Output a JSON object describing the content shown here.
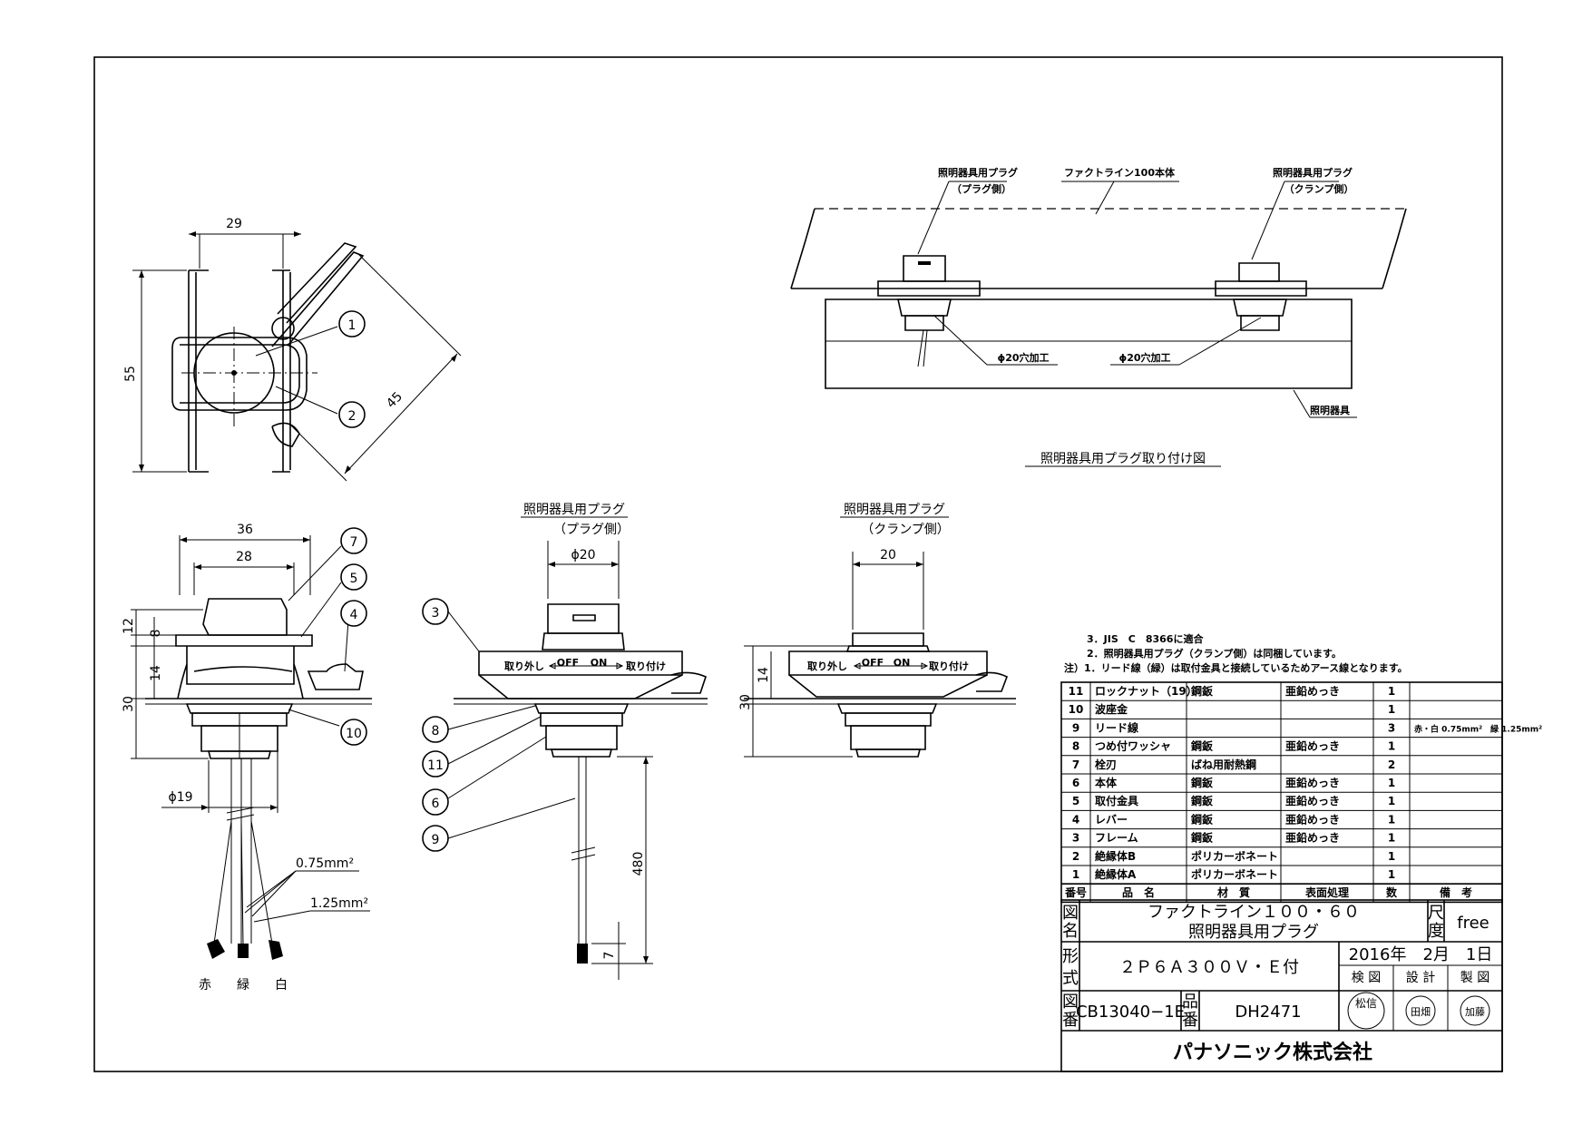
{
  "dimensions": {
    "top_w29": "29",
    "top_h55": "55",
    "top_45": "45",
    "side_w36": "36",
    "side_w28": "28",
    "side_12": "12",
    "side_8": "8",
    "side_14": "14",
    "side_30": "30",
    "side_phi19": "ϕ19",
    "wire_075": "0.75mm²",
    "wire_125": "1.25mm²",
    "plug_phi20": "ϕ20",
    "plug_480": "480",
    "plug_7": "7",
    "clamp_20": "20",
    "clamp_14": "14",
    "clamp_30": "30"
  },
  "wire_colors": [
    "赤",
    "緑",
    "白"
  ],
  "balloons": [
    "1",
    "2",
    "7",
    "5",
    "4",
    "10",
    "3",
    "8",
    "11",
    "6",
    "9"
  ],
  "views": {
    "plug_title": "照明器具用プラグ",
    "plug_sub": "（プラグ側）",
    "clamp_title": "照明器具用プラグ",
    "clamp_sub": "（クランプ側）",
    "lever_off_label": "取り外し",
    "lever_on_label": "取り付け",
    "off": "OFF",
    "on": "ON"
  },
  "install": {
    "left_title": "照明器具用プラグ",
    "left_sub": "（プラグ側）",
    "center": "ファクトライン100本体",
    "right_title": "照明器具用プラグ",
    "right_sub": "（クランプ側）",
    "hole_left": "ϕ20穴加工",
    "hole_right": "ϕ20穴加工",
    "fixture": "照明器具",
    "caption": "照明器具用プラグ取り付け図"
  },
  "notes": [
    "3．JIS　C　8366に適合",
    "2．照明器具用プラグ（クランプ側）は同梱しています。",
    "注）1．リード線（緑）は取付金具と接続しているためアース線となります。"
  ],
  "parts_header": [
    "番号",
    "品　名",
    "材　質",
    "表面処理",
    "数",
    "備　考"
  ],
  "parts": [
    [
      "11",
      "ロックナット（19）",
      "鋼鈑",
      "亜鉛めっき",
      "1",
      ""
    ],
    [
      "10",
      "波座金",
      "",
      "",
      "1",
      ""
    ],
    [
      "9",
      "リード線",
      "",
      "",
      "3",
      "赤・白 0.75mm²　緑 1.25mm²"
    ],
    [
      "8",
      "つめ付ワッシャ",
      "鋼鈑",
      "亜鉛めっき",
      "1",
      ""
    ],
    [
      "7",
      "栓刃",
      "ばね用耐熱鋼",
      "",
      "2",
      ""
    ],
    [
      "6",
      "本体",
      "鋼鈑",
      "亜鉛めっき",
      "1",
      ""
    ],
    [
      "5",
      "取付金具",
      "鋼鈑",
      "亜鉛めっき",
      "1",
      ""
    ],
    [
      "4",
      "レバー",
      "鋼鈑",
      "亜鉛めっき",
      "1",
      ""
    ],
    [
      "3",
      "フレーム",
      "鋼鈑",
      "亜鉛めっき",
      "1",
      ""
    ],
    [
      "2",
      "絶縁体B",
      "ポリカーボネート",
      "",
      "1",
      ""
    ],
    [
      "1",
      "絶縁体A",
      "ポリカーボネート",
      "",
      "1",
      ""
    ]
  ],
  "title_block": {
    "name_label_1": "図",
    "name_label_2": "名",
    "name_line1": "ファクトライン１００・６０",
    "name_line2": "照明器具用プラグ",
    "scale_label_1": "尺",
    "scale_label_2": "度",
    "scale": "free",
    "type_label_1": "形",
    "type_label_2": "式",
    "type": "２Ｐ６Ａ３００Ｖ・Ｅ付",
    "date": "2016年　2月　1日",
    "check": "検 図",
    "design": "設 計",
    "draft": "製 図",
    "dwg_label_1": "図",
    "dwg_label_2": "番",
    "dwg_no": "CB13040−1E",
    "part_label_1": "品",
    "part_label_2": "番",
    "part_no": "DH2471",
    "stamp_check": "松信",
    "stamp_design": "田畑",
    "stamp_draft": "加藤",
    "company": "パナソニック株式会社"
  }
}
